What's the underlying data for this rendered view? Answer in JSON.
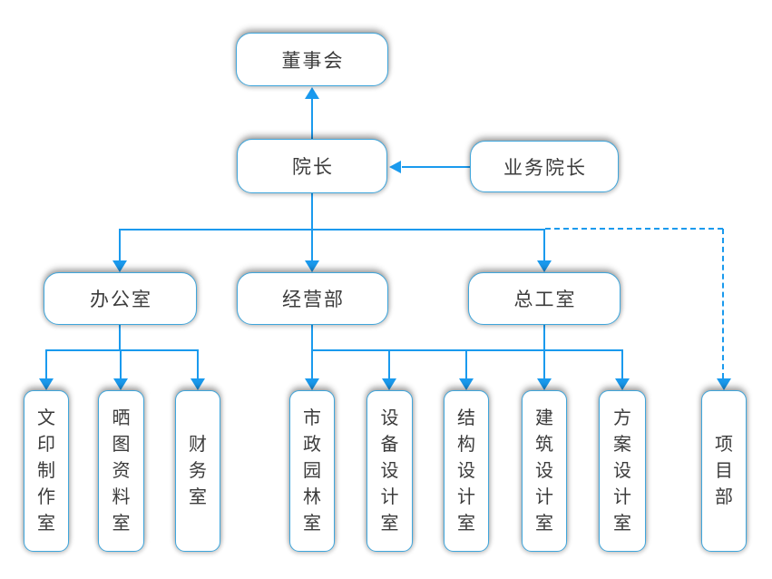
{
  "colors": {
    "line": "#1a9aee",
    "box_border": "#3fa6dc",
    "box_background": "#ffffff",
    "text": "#3c3c3c",
    "page_background": "#ffffff"
  },
  "nodes": {
    "board": {
      "label": "董事会"
    },
    "dean": {
      "label": "院长"
    },
    "business_dean": {
      "label": "业务院长"
    },
    "office": {
      "label": "办公室"
    },
    "operations": {
      "label": "经营部"
    },
    "chief_engineer": {
      "label": "总工室"
    },
    "print_room": {
      "label": "文印制作室"
    },
    "blueprint_room": {
      "label": "晒图资料室"
    },
    "finance_room": {
      "label": "财务室"
    },
    "municipal_room": {
      "label": "市政园林室"
    },
    "equipment_room": {
      "label": "设备设计室"
    },
    "structure_room": {
      "label": "结构设计室"
    },
    "architecture_room": {
      "label": "建筑设计室"
    },
    "scheme_room": {
      "label": "方案设计室"
    },
    "project_dept": {
      "label": "项目部"
    }
  },
  "edges": [
    {
      "from": "dean",
      "to": "board",
      "style": "solid",
      "arrow": "up"
    },
    {
      "from": "business_dean",
      "to": "dean",
      "style": "solid",
      "arrow": "left"
    },
    {
      "from": "dean",
      "to": "office",
      "style": "solid",
      "arrow": "down"
    },
    {
      "from": "dean",
      "to": "operations",
      "style": "solid",
      "arrow": "down"
    },
    {
      "from": "dean",
      "to": "chief_engineer",
      "style": "solid",
      "arrow": "down"
    },
    {
      "from": "dean",
      "to": "project_dept",
      "style": "dashed",
      "arrow": "down"
    },
    {
      "from": "office",
      "to": "print_room",
      "style": "solid",
      "arrow": "down"
    },
    {
      "from": "office",
      "to": "blueprint_room",
      "style": "solid",
      "arrow": "down"
    },
    {
      "from": "office",
      "to": "finance_room",
      "style": "solid",
      "arrow": "down"
    },
    {
      "from": "operations,chief_engineer",
      "to": "municipal_room",
      "style": "solid",
      "arrow": "down"
    },
    {
      "from": "operations,chief_engineer",
      "to": "equipment_room",
      "style": "solid",
      "arrow": "down"
    },
    {
      "from": "operations,chief_engineer",
      "to": "structure_room",
      "style": "solid",
      "arrow": "down"
    },
    {
      "from": "operations,chief_engineer",
      "to": "architecture_room",
      "style": "solid",
      "arrow": "down"
    },
    {
      "from": "operations,chief_engineer",
      "to": "scheme_room",
      "style": "solid",
      "arrow": "down"
    }
  ]
}
